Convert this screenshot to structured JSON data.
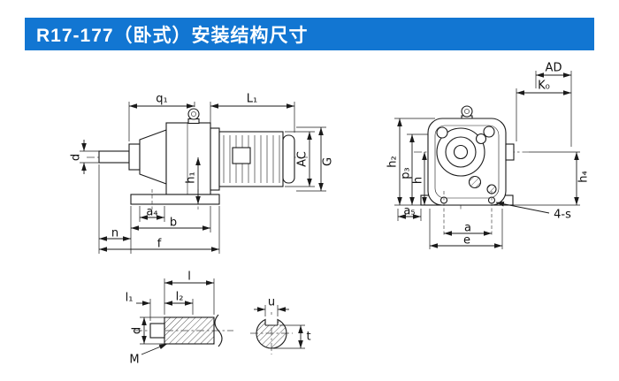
{
  "header": {
    "title": "R17-177（卧式）安装结构尺寸"
  },
  "colors": {
    "banner_bg": "#1276d2",
    "banner_text": "#ffffff",
    "line": "#1a1a1a",
    "background": "#ffffff"
  },
  "views": {
    "side_view": {
      "dims": {
        "q1": "q₁",
        "L1": "L₁",
        "d": "d",
        "AC": "AC",
        "G": "G",
        "h1": "h₁",
        "a4": "a₄",
        "b": "b",
        "n": "n",
        "f": "f"
      }
    },
    "end_view": {
      "dims": {
        "AD": "AD",
        "K0": "K₀",
        "h2": "h₂",
        "p3": "p₃",
        "h": "h",
        "h4": "h₄",
        "a5": "a₅",
        "four_s": "4-s",
        "a": "a",
        "e": "e"
      }
    },
    "shaft_detail": {
      "dims": {
        "l": "l",
        "l1": "l₁",
        "l2": "l₂",
        "d": "d",
        "M": "M"
      }
    },
    "key_section": {
      "dims": {
        "u": "u",
        "t": "t"
      }
    }
  }
}
